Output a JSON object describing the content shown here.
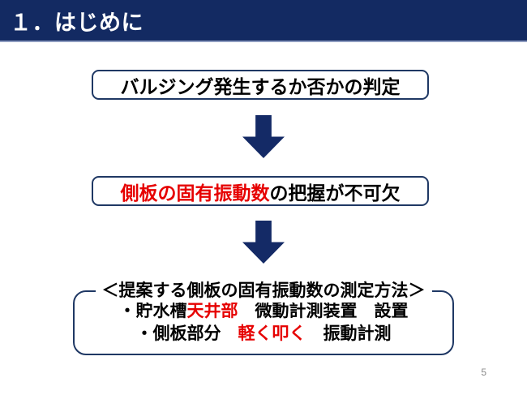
{
  "slide": {
    "header": {
      "title": "１．はじめに"
    },
    "flow": {
      "arrow_icon": "down-arrow",
      "box1": {
        "text": "バルジング発生するか否かの判定"
      },
      "box2": {
        "segments": [
          {
            "text": "側板の固有振動数",
            "color": "#e60000"
          },
          {
            "text": "の把握が不可欠"
          }
        ]
      },
      "box3": {
        "title": "＜提案する側板の固有振動数の測定方法＞",
        "lines": [
          {
            "segments": [
              {
                "text": "・貯水槽"
              },
              {
                "text": "天井部",
                "color": "#e60000"
              },
              {
                "text": "　微動計測装置　設置"
              }
            ]
          },
          {
            "segments": [
              {
                "text": "・側板部分　"
              },
              {
                "text": "軽く叩く",
                "color": "#e60000"
              },
              {
                "text": "　振動計測"
              }
            ]
          }
        ]
      }
    },
    "page_number": "5",
    "colors": {
      "navy": "#132a62",
      "box_border": "#1f3864",
      "accent_red": "#e60000",
      "page_number_gray": "#8a8a8a"
    }
  }
}
